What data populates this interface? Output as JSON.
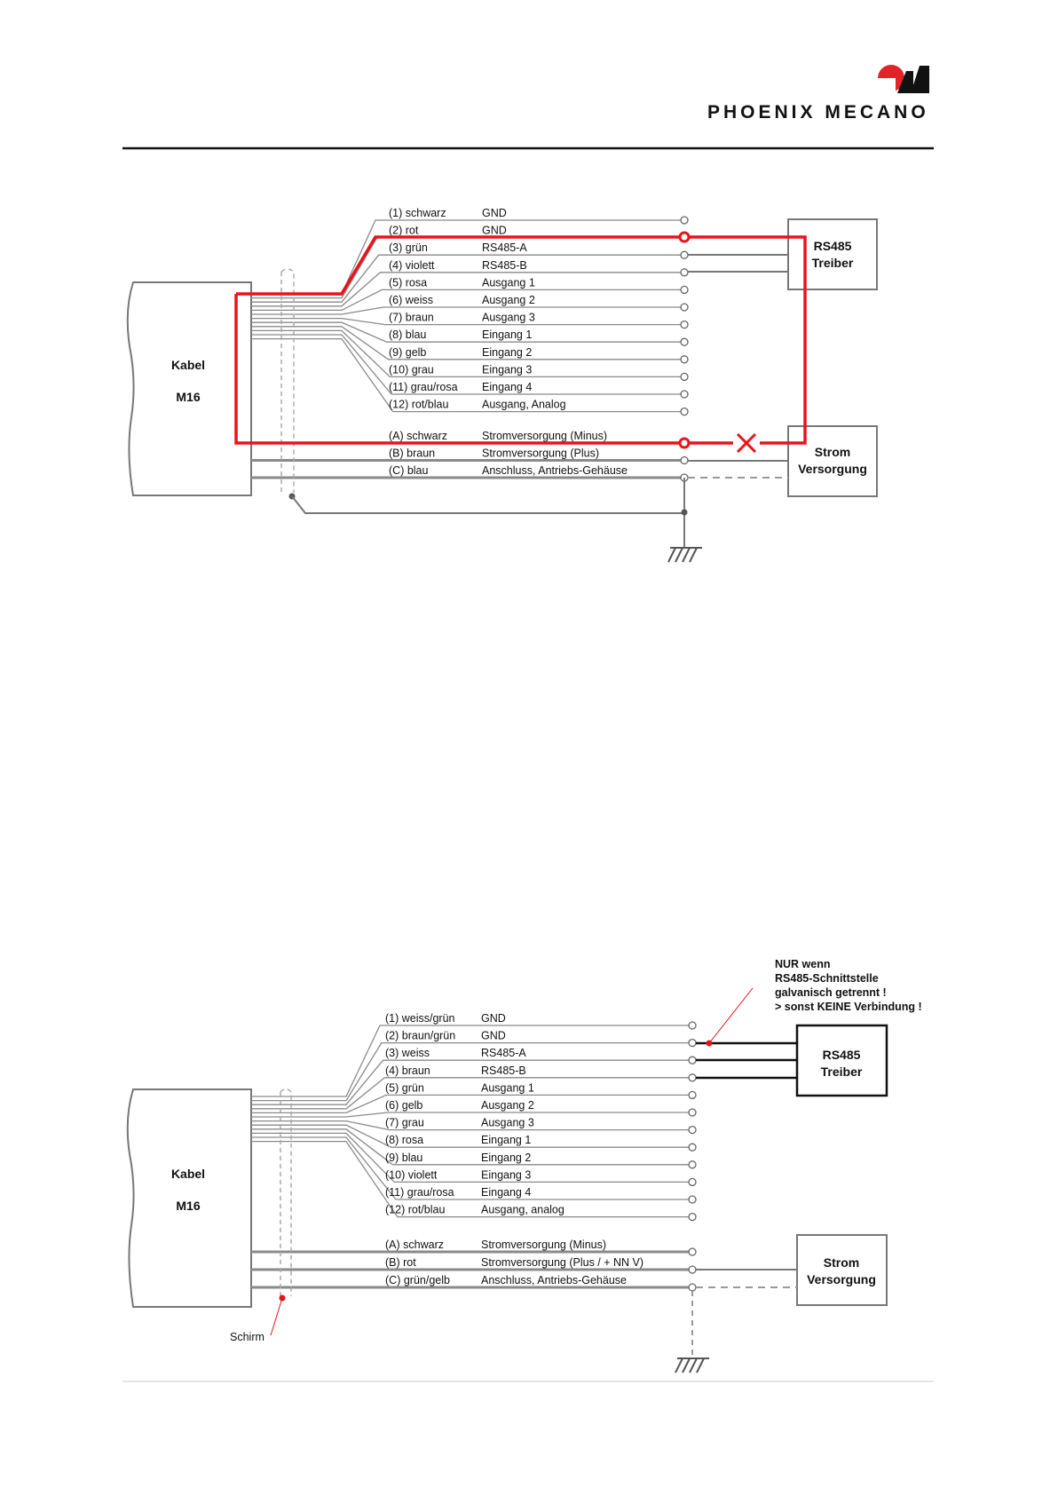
{
  "header": {
    "brand_name": "PHOENIX MECANO",
    "brand_color": "#e2232a"
  },
  "diagram1": {
    "cable_label_1": "Kabel",
    "cable_label_2": "M16",
    "rs485_box_line1": "RS485",
    "rs485_box_line2": "Treiber",
    "power_box_line1": "Strom",
    "power_box_line2": "Versorgung",
    "wires": [
      {
        "color_label": "(1) schwarz",
        "function": "GND"
      },
      {
        "color_label": "(2) rot",
        "function": "GND"
      },
      {
        "color_label": "(3) grün",
        "function": "RS485-A"
      },
      {
        "color_label": "(4) violett",
        "function": "RS485-B"
      },
      {
        "color_label": "(5) rosa",
        "function": "Ausgang 1"
      },
      {
        "color_label": "(6) weiss",
        "function": "Ausgang 2"
      },
      {
        "color_label": "(7) braun",
        "function": "Ausgang 3"
      },
      {
        "color_label": "(8) blau",
        "function": "Eingang 1"
      },
      {
        "color_label": "(9) gelb",
        "function": "Eingang 2"
      },
      {
        "color_label": "(10) grau",
        "function": "Eingang 3"
      },
      {
        "color_label": "(11) grau/rosa",
        "function": "Eingang 4"
      },
      {
        "color_label": "(12) rot/blau",
        "function": "Ausgang, Analog"
      }
    ],
    "power_wires": [
      {
        "color_label": "(A) schwarz",
        "function": "Stromversorgung (Minus)"
      },
      {
        "color_label": "(B) braun",
        "function": "Stromversorgung (Plus)"
      },
      {
        "color_label": "(C) blau",
        "function": "Anschluss, Antriebs-Gehäuse"
      }
    ],
    "highlight_color": "#e8141c"
  },
  "diagram2": {
    "cable_label_1": "Kabel",
    "cable_label_2": "M16",
    "rs485_box_line1": "RS485",
    "rs485_box_line2": "Treiber",
    "power_box_line1": "Strom",
    "power_box_line2": "Versorgung",
    "shield_label": "Schirm",
    "note_lines": [
      "NUR wenn",
      "RS485-Schnittstelle",
      "galvanisch  getrennt !",
      "> sonst KEINE Verbindung !"
    ],
    "wires": [
      {
        "color_label": "(1) weiss/grün",
        "function": "GND"
      },
      {
        "color_label": "(2) braun/grün",
        "function": "GND"
      },
      {
        "color_label": "(3) weiss",
        "function": "RS485-A"
      },
      {
        "color_label": "(4) braun",
        "function": "RS485-B"
      },
      {
        "color_label": "(5) grün",
        "function": "Ausgang 1"
      },
      {
        "color_label": "(6) gelb",
        "function": "Ausgang 2"
      },
      {
        "color_label": "(7) grau",
        "function": "Ausgang 3"
      },
      {
        "color_label": "(8) rosa",
        "function": "Eingang 1"
      },
      {
        "color_label": "(9) blau",
        "function": "Eingang 2"
      },
      {
        "color_label": "(10) violett",
        "function": "Eingang 3"
      },
      {
        "color_label": "(11) grau/rosa",
        "function": "Eingang 4"
      },
      {
        "color_label": "(12) rot/blau",
        "function": "Ausgang, analog"
      }
    ],
    "power_wires": [
      {
        "color_label": "(A) schwarz",
        "function": "Stromversorgung (Minus)"
      },
      {
        "color_label": "(B) rot",
        "function": "Stromversorgung (Plus / + NN V)"
      },
      {
        "color_label": "(C) grün/gelb",
        "function": "Anschluss, Antriebs-Gehäuse"
      }
    ],
    "marker_color": "#e8141c"
  }
}
